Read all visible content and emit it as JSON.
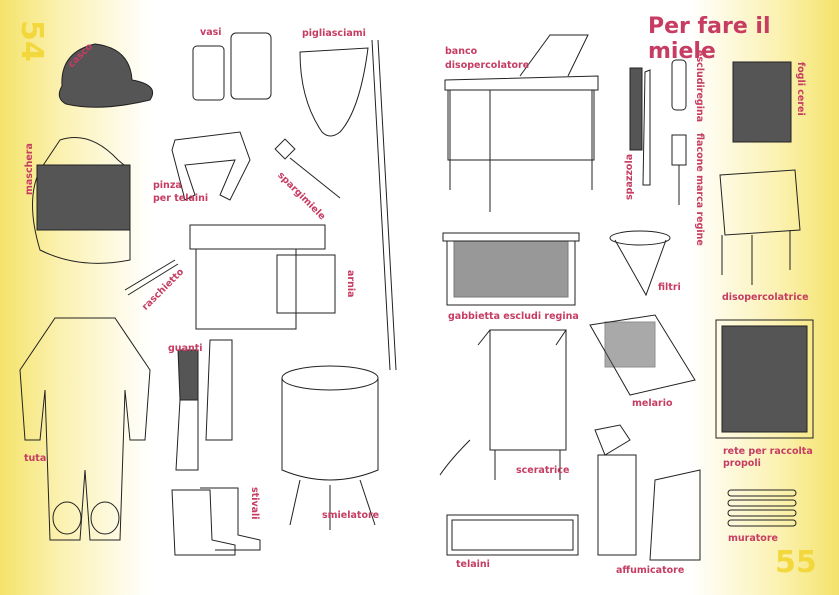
{
  "title": "Per fare il miele",
  "page_left": "54",
  "page_right": "55",
  "labels": {
    "casco": "casco",
    "vasi": "vasi",
    "pigliasciami": "pigliasciami",
    "maschera": "maschera",
    "pinza": "pinza",
    "per_telaini": "per telaini",
    "spargimiele": "spargimiele",
    "raschietto": "raschietto",
    "arnia": "arnia",
    "tuta": "tuta",
    "guanti": "guanti",
    "stivali": "stivali",
    "smielatore": "smielatore",
    "banco": "banco",
    "disopercolatore": "disopercolatore",
    "spazzola": "spazzola",
    "escludiregina": "escludiregina",
    "flacone": "flacone marca regine",
    "fogli_cerei": "fogli cerei",
    "gabbietta": "gabbietta escludi regina",
    "filtri": "filtri",
    "disopercolatrice": "disopercolatrice",
    "sceratrice": "sceratrice",
    "melario": "melario",
    "rete1": "rete per raccolta",
    "rete2": "propoli",
    "telaini": "telaini",
    "affumicatore": "affumicatore",
    "muratore": "muratore"
  }
}
